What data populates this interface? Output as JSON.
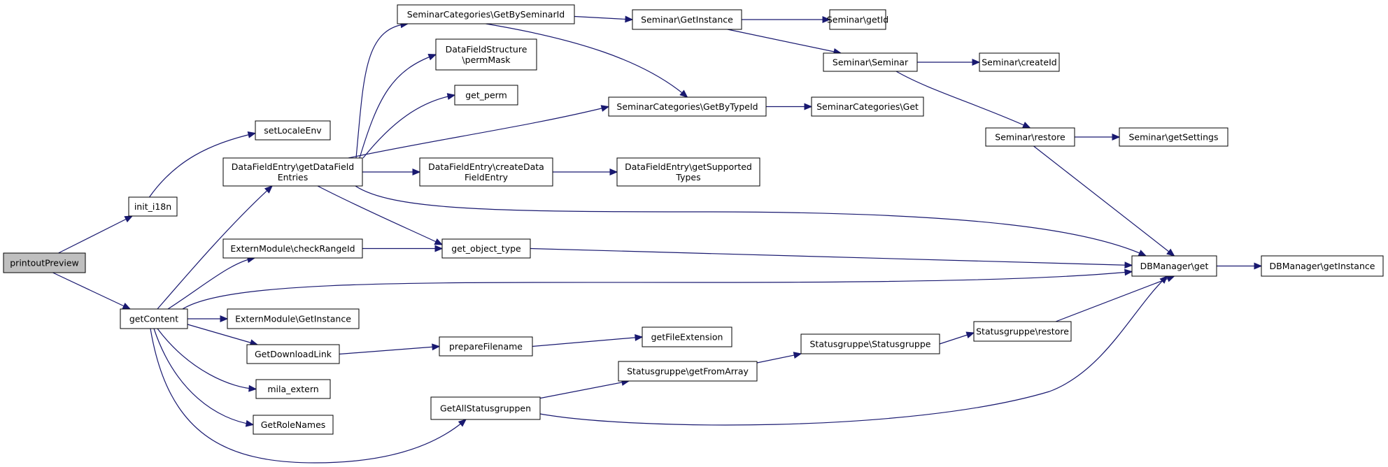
{
  "nodes": [
    {
      "id": "printoutPreview",
      "label": "printoutPreview",
      "root": true
    },
    {
      "id": "init_i18n",
      "label": "init_i18n"
    },
    {
      "id": "getContent",
      "label": "getContent"
    },
    {
      "id": "setLocaleEnv",
      "label": "setLocaleEnv"
    },
    {
      "id": "DataFieldEntry_getDataFieldEntries",
      "label": [
        "DataFieldEntry\\getDataField",
        "Entries"
      ]
    },
    {
      "id": "ExternModule_checkRangeId",
      "label": "ExternModule\\checkRangeId"
    },
    {
      "id": "ExternModule_GetInstance",
      "label": "ExternModule\\GetInstance"
    },
    {
      "id": "GetDownloadLink",
      "label": "GetDownloadLink"
    },
    {
      "id": "mila_extern",
      "label": "mila_extern"
    },
    {
      "id": "GetRoleNames",
      "label": "GetRoleNames"
    },
    {
      "id": "GetAllStatusgruppen",
      "label": "GetAllStatusgruppen"
    },
    {
      "id": "SeminarCategories_GetBySeminarId",
      "label": "SeminarCategories\\GetBySeminarId"
    },
    {
      "id": "DataFieldStructure_permMask",
      "label": [
        "DataFieldStructure",
        "\\permMask"
      ]
    },
    {
      "id": "get_perm",
      "label": "get_perm"
    },
    {
      "id": "DataFieldEntry_createDataFieldEntry",
      "label": [
        "DataFieldEntry\\createData",
        "FieldEntry"
      ]
    },
    {
      "id": "get_object_type",
      "label": "get_object_type"
    },
    {
      "id": "prepareFilename",
      "label": "prepareFilename"
    },
    {
      "id": "Seminar_GetInstance",
      "label": "Seminar\\GetInstance"
    },
    {
      "id": "SeminarCategories_GetByTypeId",
      "label": "SeminarCategories\\GetByTypeId"
    },
    {
      "id": "DataFieldEntry_getSupportedTypes",
      "label": [
        "DataFieldEntry\\getSupported",
        "Types"
      ]
    },
    {
      "id": "getFileExtension",
      "label": "getFileExtension"
    },
    {
      "id": "Statusgruppe_getFromArray",
      "label": "Statusgruppe\\getFromArray"
    },
    {
      "id": "Seminar_getId",
      "label": "Seminar\\getId"
    },
    {
      "id": "Seminar_Seminar",
      "label": "Seminar\\Seminar"
    },
    {
      "id": "SeminarCategories_Get",
      "label": "SeminarCategories\\Get"
    },
    {
      "id": "Statusgruppe_Statusgruppe",
      "label": "Statusgruppe\\Statusgruppe"
    },
    {
      "id": "Seminar_createId",
      "label": "Seminar\\createId"
    },
    {
      "id": "Seminar_restore",
      "label": "Seminar\\restore"
    },
    {
      "id": "Statusgruppe_restore",
      "label": "Statusgruppe\\restore"
    },
    {
      "id": "Seminar_getSettings",
      "label": "Seminar\\getSettings"
    },
    {
      "id": "DBManager_get",
      "label": "DBManager\\get"
    },
    {
      "id": "DBManager_getInstance",
      "label": "DBManager\\getInstance"
    }
  ],
  "edges": [
    [
      "printoutPreview",
      "init_i18n"
    ],
    [
      "printoutPreview",
      "getContent"
    ],
    [
      "init_i18n",
      "setLocaleEnv"
    ],
    [
      "getContent",
      "DataFieldEntry_getDataFieldEntries"
    ],
    [
      "getContent",
      "ExternModule_checkRangeId"
    ],
    [
      "getContent",
      "DBManager_get"
    ],
    [
      "getContent",
      "ExternModule_GetInstance"
    ],
    [
      "getContent",
      "GetDownloadLink"
    ],
    [
      "getContent",
      "mila_extern"
    ],
    [
      "getContent",
      "GetRoleNames"
    ],
    [
      "getContent",
      "GetAllStatusgruppen"
    ],
    [
      "DataFieldEntry_getDataFieldEntries",
      "SeminarCategories_GetBySeminarId"
    ],
    [
      "DataFieldEntry_getDataFieldEntries",
      "DataFieldStructure_permMask"
    ],
    [
      "DataFieldEntry_getDataFieldEntries",
      "get_perm"
    ],
    [
      "DataFieldEntry_getDataFieldEntries",
      "SeminarCategories_GetByTypeId"
    ],
    [
      "DataFieldEntry_getDataFieldEntries",
      "DataFieldEntry_createDataFieldEntry"
    ],
    [
      "DataFieldEntry_getDataFieldEntries",
      "DBManager_get"
    ],
    [
      "DataFieldEntry_getDataFieldEntries",
      "get_object_type"
    ],
    [
      "ExternModule_checkRangeId",
      "get_object_type"
    ],
    [
      "get_object_type",
      "DBManager_get"
    ],
    [
      "GetDownloadLink",
      "prepareFilename"
    ],
    [
      "prepareFilename",
      "getFileExtension"
    ],
    [
      "GetAllStatusgruppen",
      "Statusgruppe_getFromArray"
    ],
    [
      "GetAllStatusgruppen",
      "DBManager_get"
    ],
    [
      "SeminarCategories_GetBySeminarId",
      "Seminar_GetInstance"
    ],
    [
      "SeminarCategories_GetBySeminarId",
      "SeminarCategories_GetByTypeId"
    ],
    [
      "DataFieldEntry_createDataFieldEntry",
      "DataFieldEntry_getSupportedTypes"
    ],
    [
      "Seminar_GetInstance",
      "Seminar_getId"
    ],
    [
      "Seminar_GetInstance",
      "Seminar_Seminar"
    ],
    [
      "SeminarCategories_GetByTypeId",
      "SeminarCategories_Get"
    ],
    [
      "Seminar_Seminar",
      "Seminar_createId"
    ],
    [
      "Seminar_Seminar",
      "Seminar_restore"
    ],
    [
      "Seminar_restore",
      "Seminar_getSettings"
    ],
    [
      "Seminar_restore",
      "DBManager_get"
    ],
    [
      "Statusgruppe_getFromArray",
      "Statusgruppe_Statusgruppe"
    ],
    [
      "Statusgruppe_Statusgruppe",
      "Statusgruppe_restore"
    ],
    [
      "Statusgruppe_restore",
      "DBManager_get"
    ],
    [
      "DBManager_get",
      "DBManager_getInstance"
    ]
  ]
}
